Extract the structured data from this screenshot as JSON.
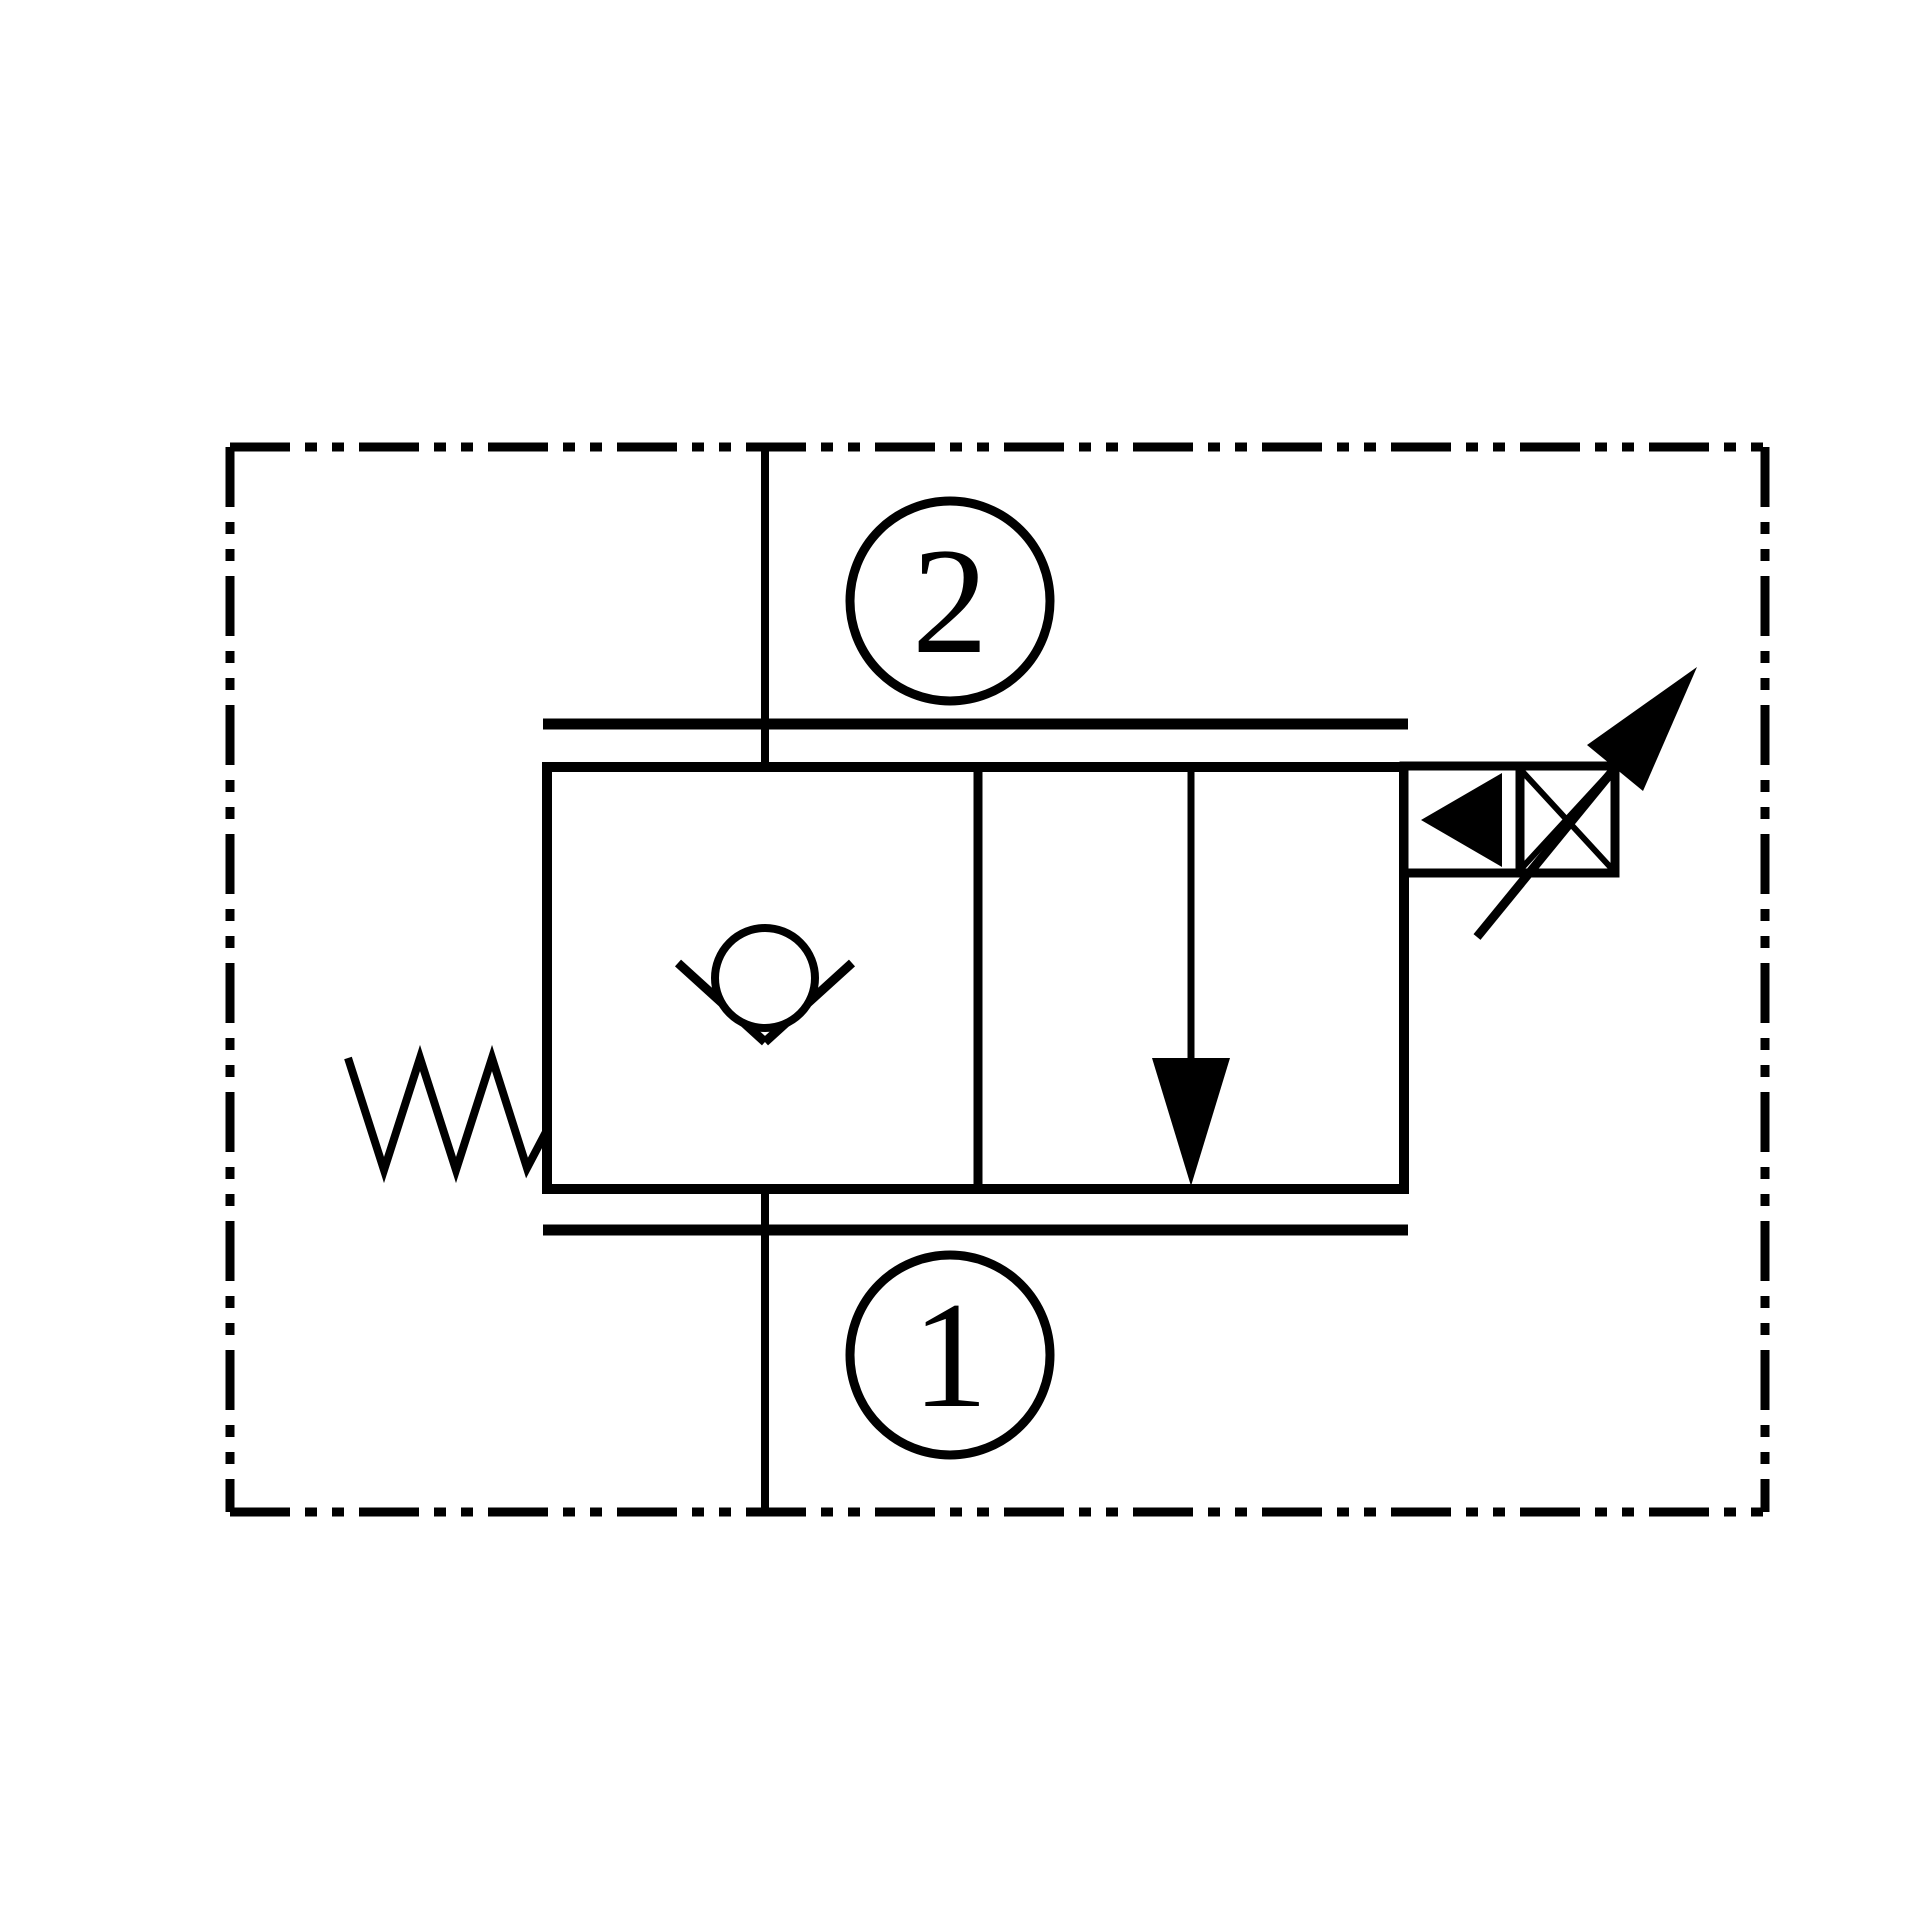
{
  "diagram": {
    "kind": "hydraulic-cartridge-valve-schematic",
    "ports": {
      "port_2": {
        "label": "2"
      },
      "port_1": {
        "label": "1"
      }
    },
    "colors": {
      "line": "#000000",
      "background": "#ffffff"
    },
    "symbols": [
      "boundary-frame",
      "port-2",
      "port-1",
      "port-line-2",
      "port-line-1",
      "valve-body",
      "check-valve",
      "spring",
      "flow-arrow",
      "proportional-solenoid",
      "adjustment-arrow"
    ]
  }
}
